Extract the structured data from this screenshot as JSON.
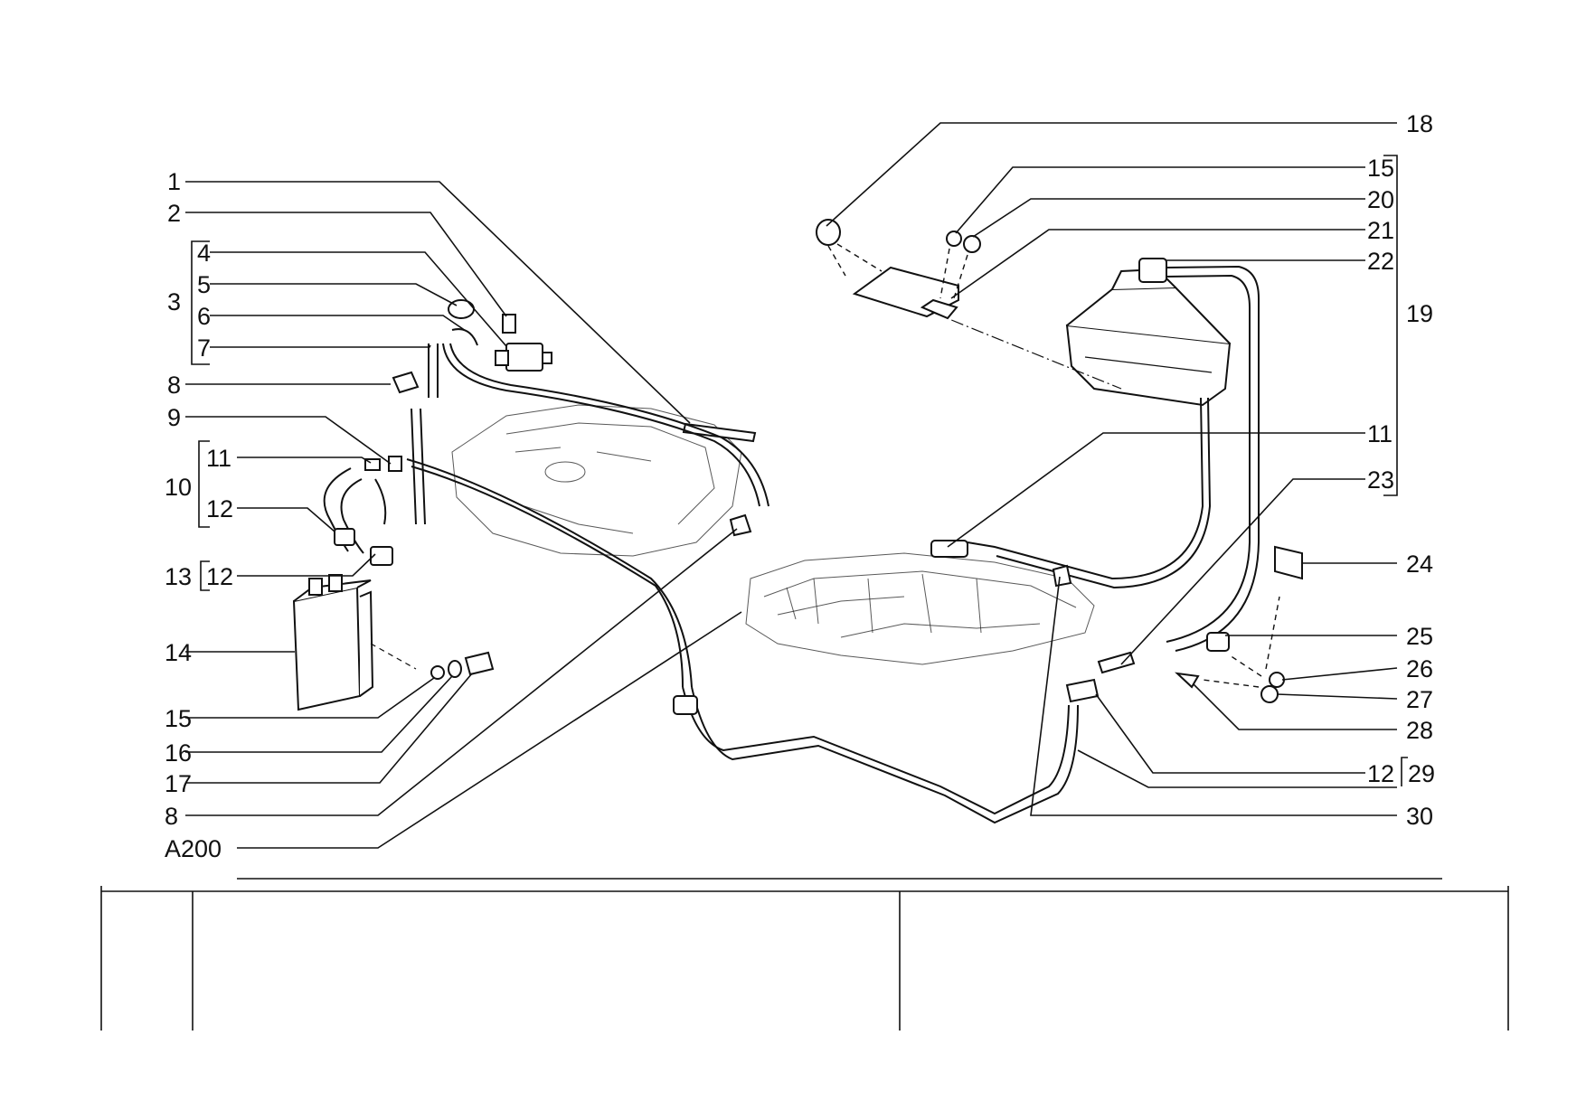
{
  "labels": {
    "left": [
      "1",
      "2",
      "4",
      "5",
      "3",
      "6",
      "7",
      "8",
      "9",
      "11",
      "10",
      "12",
      "13",
      "12",
      "14",
      "15",
      "16",
      "17",
      "8",
      "A200"
    ],
    "right": [
      "18",
      "15",
      "20",
      "21",
      "22",
      "19",
      "11",
      "23",
      "24",
      "25",
      "26",
      "27",
      "28",
      "12",
      "29",
      "30"
    ]
  }
}
